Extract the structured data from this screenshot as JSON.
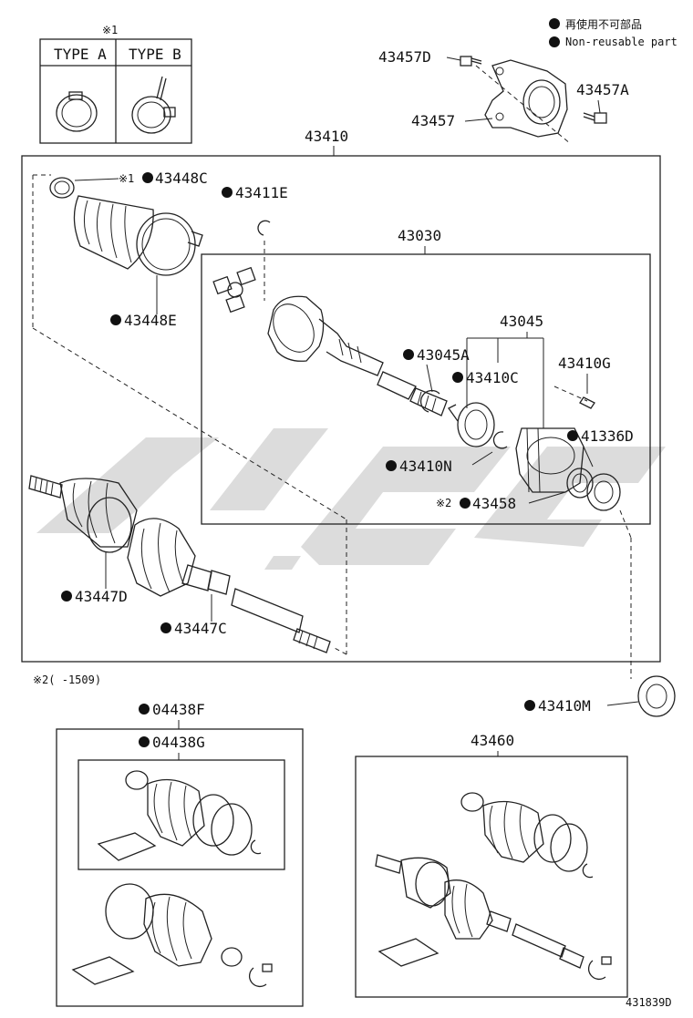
{
  "legend": {
    "ja": "再使用不可部品",
    "en": "Non-reusable part"
  },
  "type_box": {
    "note": "※1",
    "type_a": "TYPE A",
    "type_b": "TYPE B"
  },
  "labels": {
    "p43457D": "43457D",
    "p43457A": "43457A",
    "p43457": "43457",
    "p43410": "43410",
    "p43448C": "43448C",
    "p43448C_note": "※1",
    "p43411E": "43411E",
    "p43030": "43030",
    "p43448E": "43448E",
    "p43045": "43045",
    "p43045A": "43045A",
    "p43410G": "43410G",
    "p43410C": "43410C",
    "p41336D": "41336D",
    "p43410N": "43410N",
    "p43458": "43458",
    "p43458_note": "※2",
    "p43447D": "43447D",
    "p43447C": "43447C",
    "note2": "※2(     -1509)",
    "p04438F": "04438F",
    "p04438G": "04438G",
    "p43460": "43460",
    "p43410M": "43410M",
    "diagram_id": "431839D"
  }
}
